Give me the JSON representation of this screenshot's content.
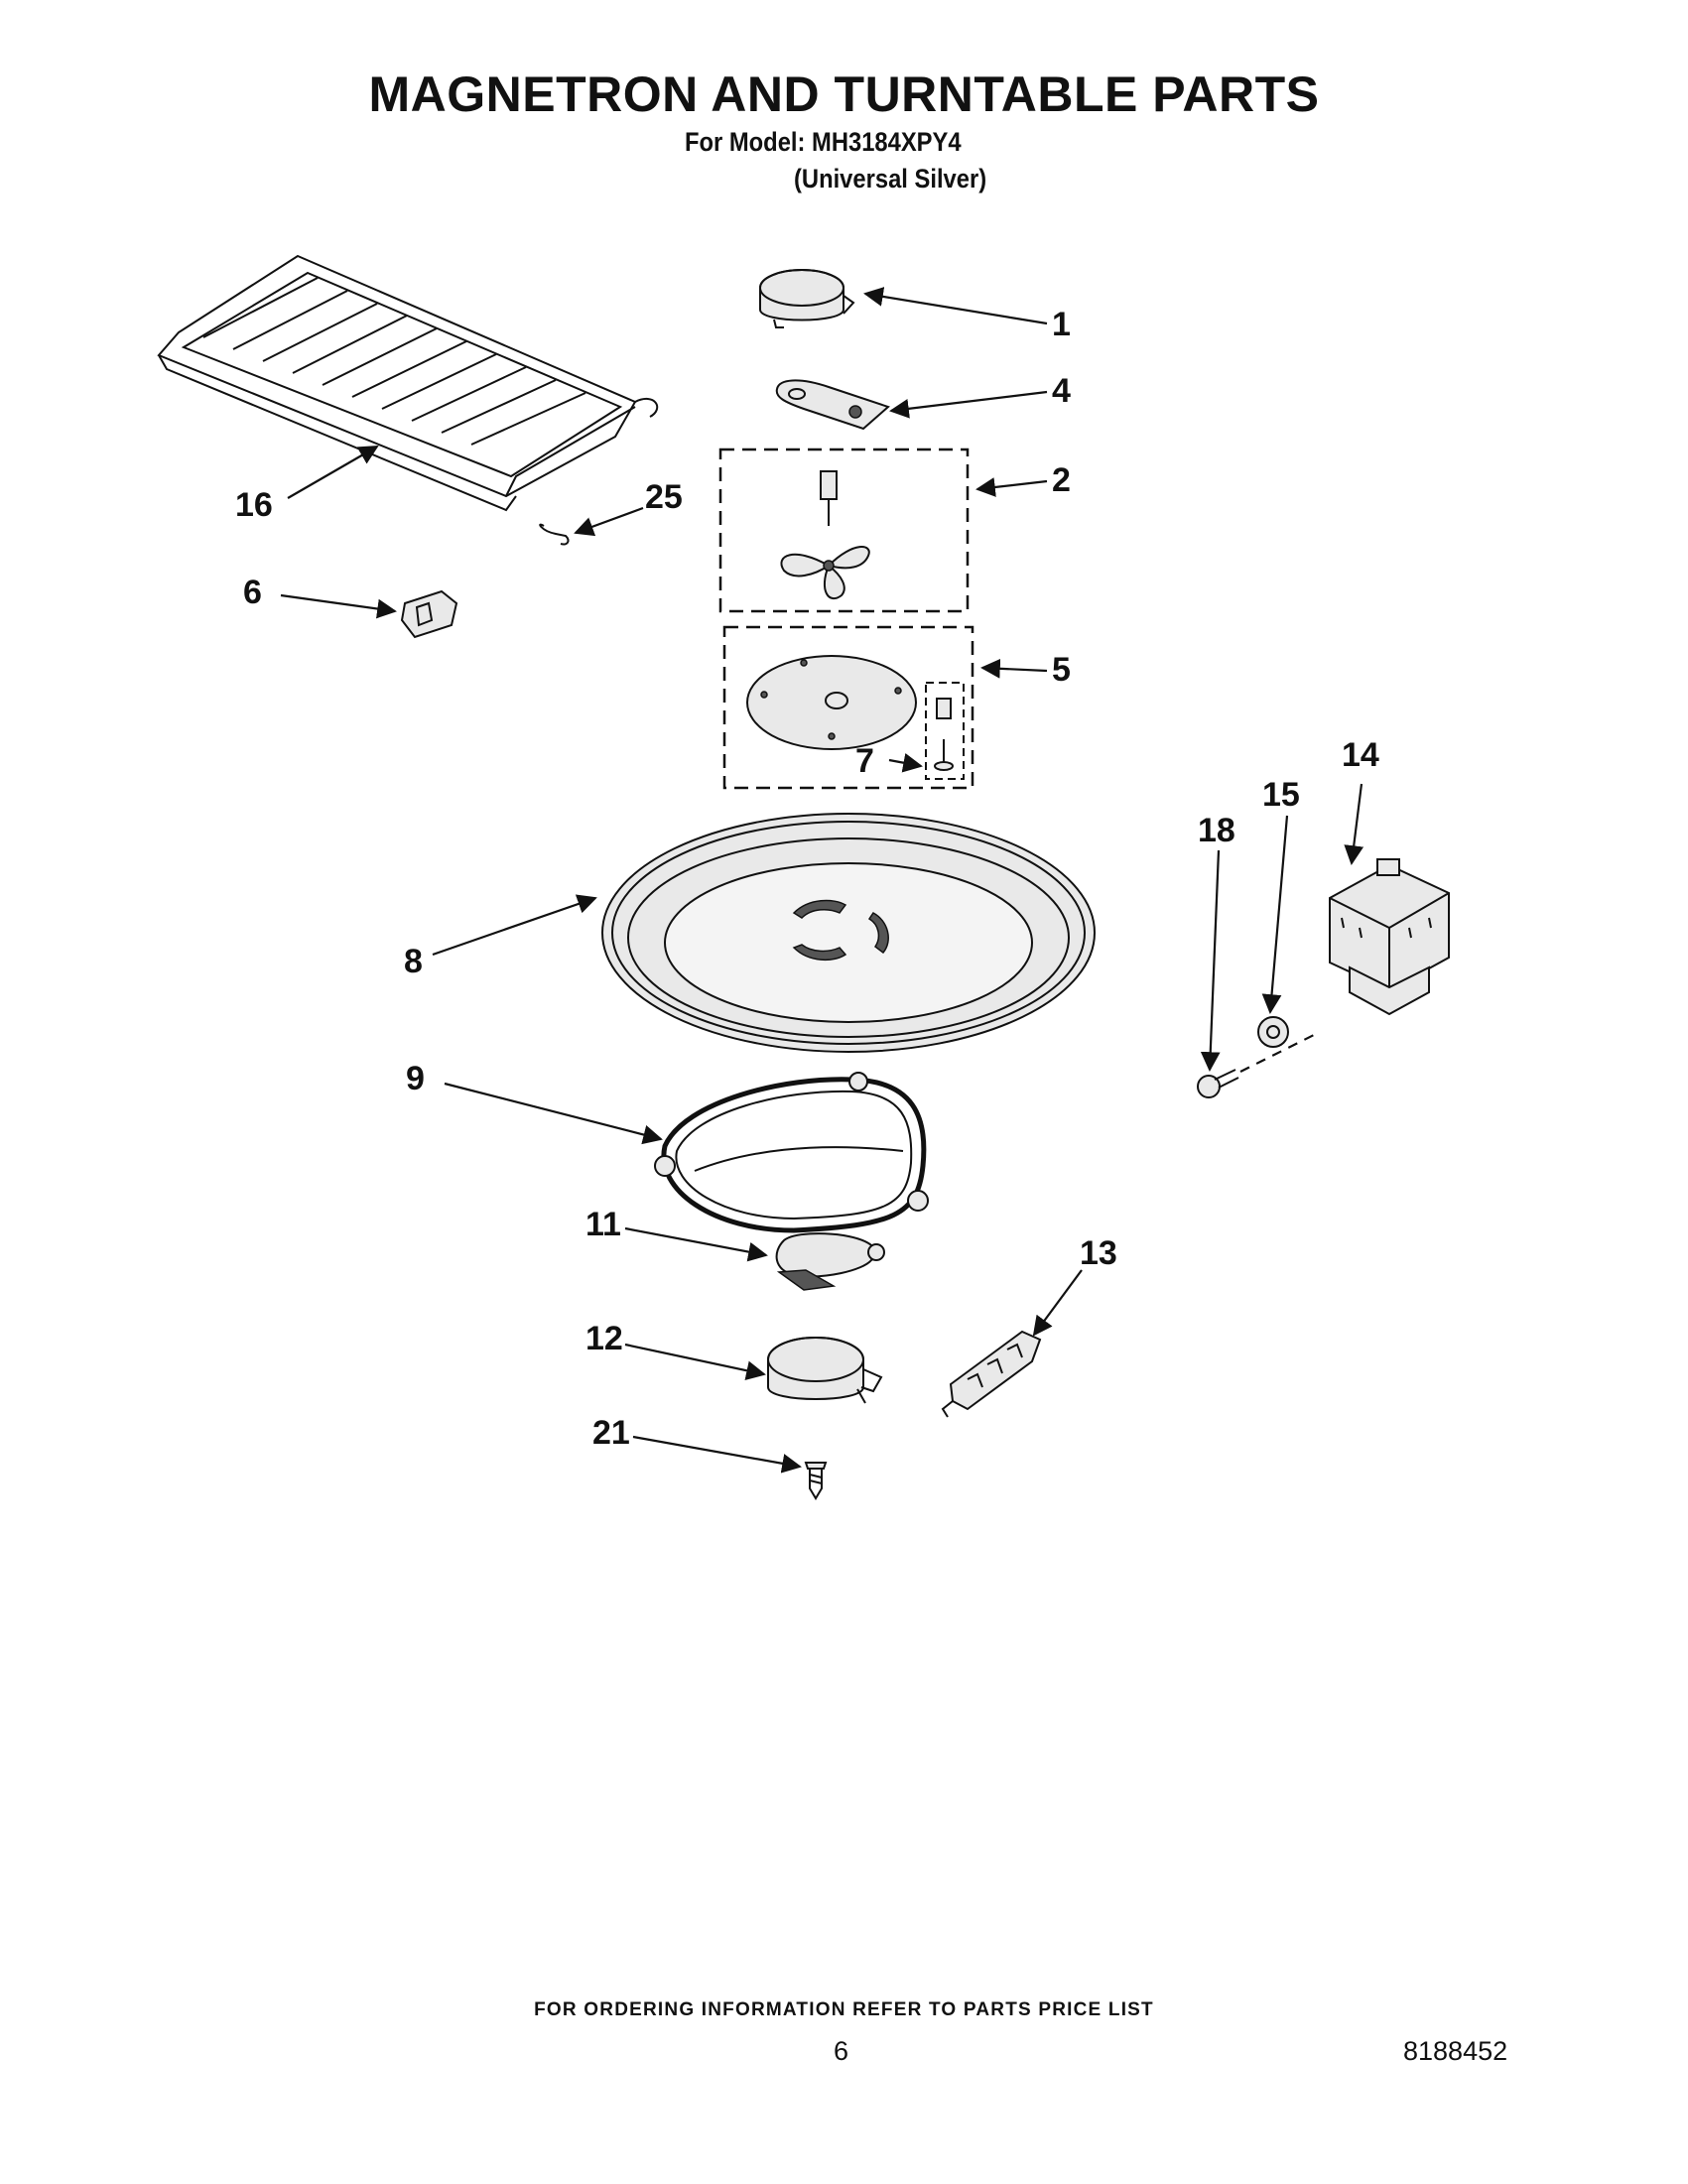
{
  "header": {
    "title": "MAGNETRON AND TURNTABLE PARTS",
    "model_line": "For Model: MH3184XPY4",
    "variant_line": "(Universal Silver)"
  },
  "callouts": [
    "1",
    "4",
    "2",
    "5",
    "7",
    "16",
    "25",
    "6",
    "8",
    "14",
    "15",
    "18",
    "9",
    "11",
    "13",
    "12",
    "21"
  ],
  "footer": {
    "ordering_note": "FOR ORDERING INFORMATION REFER TO PARTS PRICE LIST",
    "page_number": "6",
    "document_number": "8188452"
  }
}
